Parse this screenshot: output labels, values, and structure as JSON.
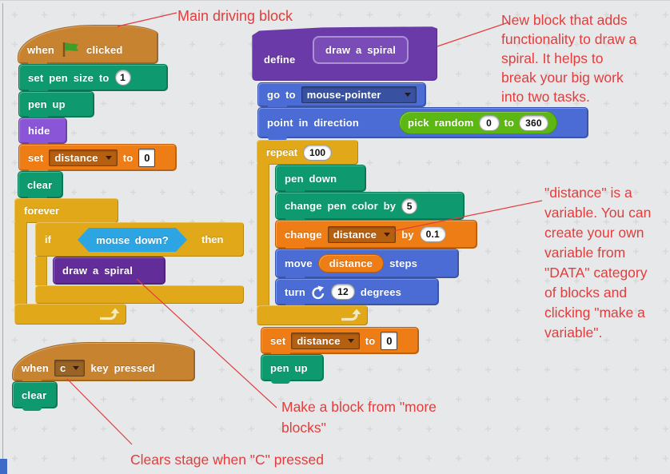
{
  "palette": {
    "motion": "#4a6cd4",
    "looks": "#8a55d7",
    "pen": "#0e9a6e",
    "data": "#ee7d16",
    "events": "#c88330",
    "control": "#e1a91a",
    "sensing": "#2ca5e2",
    "operators": "#5cb712",
    "more_blocks": "#632d99",
    "annotation_red": "#e23d3d",
    "background": "#e7e8e9"
  },
  "icons": {
    "green_flag": "green-flag",
    "dropdown_arrow": "chevron-down",
    "turn_ccw": "turn-counterclockwise",
    "loop_arrow": "loop-repeat"
  },
  "blocks": {
    "when_flag": {
      "prefix": "when",
      "suffix": "clicked"
    },
    "set_pen_size": {
      "label": "set pen size to",
      "value": "1"
    },
    "pen_up": {
      "label": "pen up"
    },
    "hide": {
      "label": "hide"
    },
    "set_distance": {
      "prefix": "set",
      "variable": "distance",
      "mid": "to",
      "value": "0"
    },
    "clear": {
      "label": "clear"
    },
    "forever": {
      "label": "forever"
    },
    "if_then": {
      "prefix": "if",
      "suffix": "then"
    },
    "mouse_down": {
      "label": "mouse down?"
    },
    "call_spiral": {
      "label": "draw a spiral"
    },
    "when_key": {
      "prefix": "when",
      "key": "c",
      "suffix": "key pressed"
    },
    "define_spiral": {
      "prefix": "define",
      "name": "draw a spiral"
    },
    "go_to": {
      "prefix": "go to",
      "target": "mouse-pointer"
    },
    "point_in_direction": {
      "label": "point in direction"
    },
    "pick_random": {
      "label": "pick random",
      "from": "0",
      "mid": "to",
      "to": "360"
    },
    "repeat": {
      "label": "repeat",
      "count": "100"
    },
    "pen_down": {
      "label": "pen down"
    },
    "change_pen_color": {
      "label": "change pen color by",
      "value": "5"
    },
    "change_distance": {
      "prefix": "change",
      "variable": "distance",
      "mid": "by",
      "value": "0.1"
    },
    "move_steps": {
      "prefix": "move",
      "variable": "distance",
      "suffix": "steps"
    },
    "turn_degrees": {
      "prefix": "turn",
      "value": "12",
      "suffix": "degrees"
    }
  },
  "annotations": {
    "main_driving": "Main driving block",
    "new_block": "New block that adds\nfunctionality to draw a\nspiral. It helps to\nbreak your big work\ninto two tasks.",
    "distance_variable": "\"distance\" is a\nvariable. You can\ncreate your own\nvariable from\n\"DATA\" category\nof blocks and\nclicking \"make a\nvariable\".",
    "make_block": "Make a block from \"more\nblocks\"",
    "clears_stage": "Clears stage when \"C\" pressed"
  }
}
